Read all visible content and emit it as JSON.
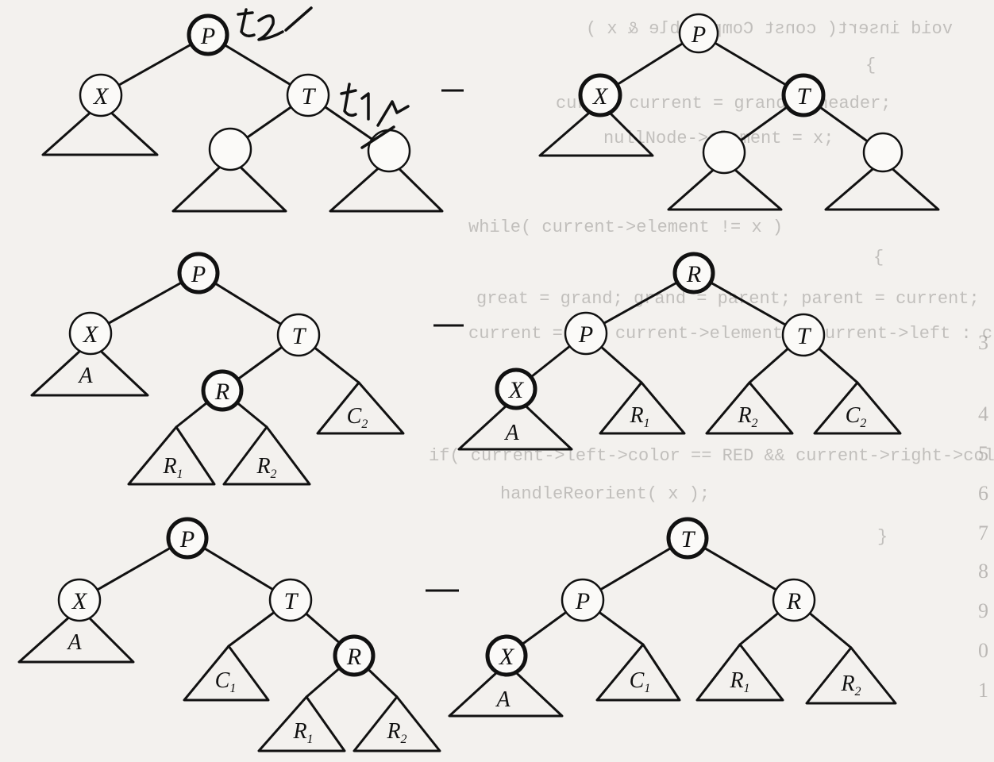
{
  "background_code_lines": [
    "void insert( const Comparable & x )",
    "{",
    "curr = current = grand = header;",
    "nullNode->element = x;",
    "while( current->element != x )",
    "{",
    "great = grand; grand = parent; parent = current;",
    "current = x < current->element ? current->left : current->right;",
    "if( current->left->color == RED && current->right->color == RED",
    "handleReorient( x );",
    "}"
  ],
  "background_line_numbers": [
    "3",
    "4",
    "5",
    "6",
    "7",
    "8",
    "9",
    "0",
    "1"
  ],
  "annotations": {
    "t2": "t2",
    "t1": "t1"
  },
  "diagrams": [
    {
      "id": "row1-before",
      "nodes": [
        {
          "id": "P",
          "label": "P",
          "bold": true
        },
        {
          "id": "X",
          "label": "X",
          "bold": false
        },
        {
          "id": "T",
          "label": "T",
          "bold": false
        },
        {
          "id": "L1",
          "label": "",
          "bold": false
        },
        {
          "id": "L2",
          "label": "",
          "bold": false
        }
      ]
    },
    {
      "id": "row1-after",
      "nodes": [
        {
          "id": "P",
          "label": "P",
          "bold": false
        },
        {
          "id": "X",
          "label": "X",
          "bold": true
        },
        {
          "id": "T",
          "label": "T",
          "bold": true
        },
        {
          "id": "L1",
          "label": "",
          "bold": false
        },
        {
          "id": "L2",
          "label": "",
          "bold": false
        }
      ]
    },
    {
      "id": "row2-before",
      "nodes": [
        {
          "id": "P",
          "label": "P",
          "bold": true
        },
        {
          "id": "X",
          "label": "X",
          "bold": false
        },
        {
          "id": "T",
          "label": "T",
          "bold": false
        },
        {
          "id": "R",
          "label": "R",
          "bold": true
        }
      ],
      "subtrees": [
        "A",
        "C2",
        "R1",
        "R2"
      ]
    },
    {
      "id": "row2-after",
      "nodes": [
        {
          "id": "R",
          "label": "R",
          "bold": true
        },
        {
          "id": "P",
          "label": "P",
          "bold": false
        },
        {
          "id": "T",
          "label": "T",
          "bold": false
        },
        {
          "id": "X",
          "label": "X",
          "bold": true
        }
      ],
      "subtrees": [
        "A",
        "R1",
        "R2",
        "C2"
      ]
    },
    {
      "id": "row3-before",
      "nodes": [
        {
          "id": "P",
          "label": "P",
          "bold": true
        },
        {
          "id": "X",
          "label": "X",
          "bold": false
        },
        {
          "id": "T",
          "label": "T",
          "bold": false
        },
        {
          "id": "R",
          "label": "R",
          "bold": true
        }
      ],
      "subtrees": [
        "A",
        "C1",
        "R1",
        "R2"
      ]
    },
    {
      "id": "row3-after",
      "nodes": [
        {
          "id": "T",
          "label": "T",
          "bold": true
        },
        {
          "id": "P",
          "label": "P",
          "bold": false
        },
        {
          "id": "R",
          "label": "R",
          "bold": false
        },
        {
          "id": "X",
          "label": "X",
          "bold": true
        }
      ],
      "subtrees": [
        "A",
        "C1",
        "R1",
        "R2"
      ]
    }
  ],
  "subtree_labels": {
    "A": {
      "main": "A",
      "sub": ""
    },
    "C1": {
      "main": "C",
      "sub": "1"
    },
    "C2": {
      "main": "C",
      "sub": "2"
    },
    "R1": {
      "main": "R",
      "sub": "1"
    },
    "R2": {
      "main": "R",
      "sub": "2"
    }
  }
}
